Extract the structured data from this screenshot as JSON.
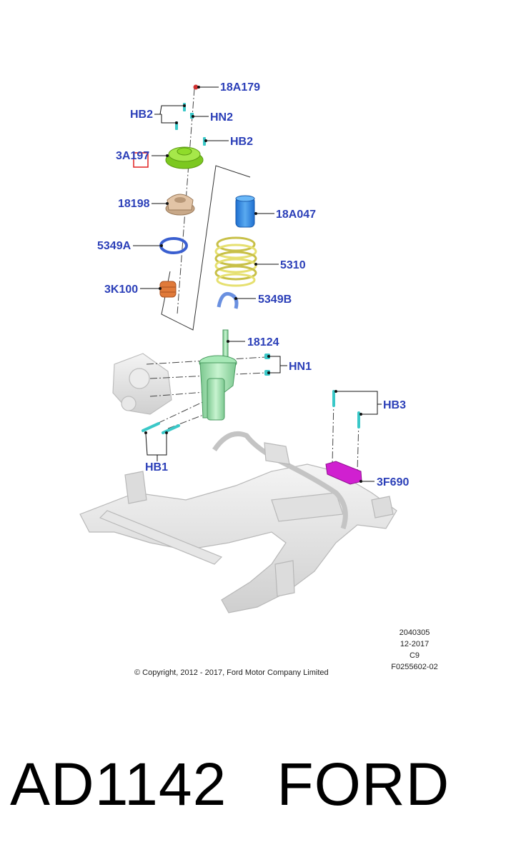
{
  "callouts": {
    "c_18A179": "18A179",
    "c_HB2_a": "HB2",
    "c_HN2": "HN2",
    "c_HB2_b": "HB2",
    "c_3A197": "3A197",
    "c_18198": "18198",
    "c_18A047": "18A047",
    "c_5349A": "5349A",
    "c_5310": "5310",
    "c_3K100": "3K100",
    "c_5349B": "5349B",
    "c_18124": "18124",
    "c_HN1": "HN1",
    "c_HB3": "HB3",
    "c_HB1": "HB1",
    "c_3F690": "3F690"
  },
  "meta": {
    "line1": "2040305",
    "line2": "12-2017",
    "line3": "C9",
    "line4": "F0255602-02"
  },
  "copyright": "© Copyright, 2012 - 2017, Ford Motor Company Limited",
  "caption": {
    "part_number": "AD1142",
    "brand": "FORD"
  },
  "colors": {
    "callout_text": "#2b3fb8",
    "leader": "#111111",
    "top_mount": "#8fdc2a",
    "bearing": "#d8b89a",
    "bump_stop_cover": "#2e86e0",
    "spring": "#e6e070",
    "seat_ring": "#3a5fd0",
    "bump_stop": "#e07a3a",
    "strut": "#9fe0b0",
    "bolt": "#3ac8c8",
    "bracket": "#d020d0",
    "highlight_box": "#e02020"
  }
}
